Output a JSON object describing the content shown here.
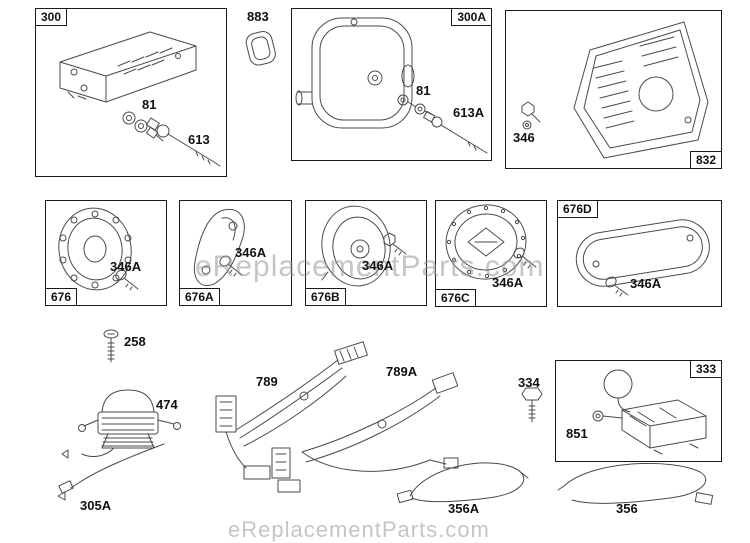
{
  "watermark": {
    "middle": "eReplacementParts.com",
    "bottom": "eReplacementParts.com"
  },
  "boxes": {
    "b300": {
      "label": "300"
    },
    "b300A": {
      "label": "300A"
    },
    "b832": {
      "label": "832"
    },
    "b676": {
      "label": "676"
    },
    "b676A": {
      "label": "676A"
    },
    "b676B": {
      "label": "676B"
    },
    "b676C": {
      "label": "676C"
    },
    "b676D": {
      "label": "676D"
    },
    "b333": {
      "label": "333"
    }
  },
  "callouts": {
    "gasket_883": "883",
    "bolt_81_left": "81",
    "bolt_613": "613",
    "bolt_81_right": "81",
    "bolt_613A": "613A",
    "bolt_346": "346",
    "screw_346A_676": "346A",
    "screw_346A_676A": "346A",
    "screw_346A_676B": "346A",
    "screw_346A_676C": "346A",
    "screw_346A_676D": "346A",
    "screw_258": "258",
    "armature_474": "474",
    "wire_305A": "305A",
    "harness_789": "789",
    "harness_789A": "789A",
    "bolt_334": "334",
    "terminal_851": "851",
    "wire_356A": "356A",
    "wire_356": "356"
  },
  "colors": {
    "line_art": "#4a4a4a",
    "box_border": "#1a1a1a",
    "label_text": "#111111",
    "watermark": "#b9b9b9",
    "background": "#ffffff"
  }
}
